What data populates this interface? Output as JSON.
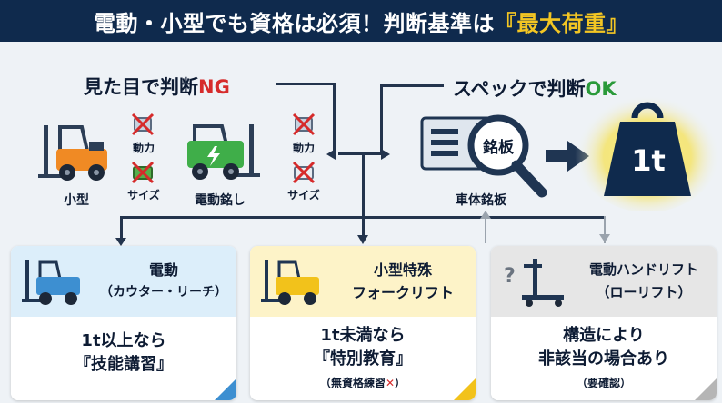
{
  "banner": {
    "text": "電動・小型でも資格は必須！判断基準は",
    "highlight": "『最大荷重』"
  },
  "left": {
    "heading_text": "見た目で判断",
    "heading_ng": "NG",
    "small_label": "小型",
    "electric_label": "電動銘し",
    "tags": [
      "動力",
      "サイズ",
      "動力",
      "サイズ"
    ]
  },
  "right": {
    "heading_text": "スペックで判断",
    "heading_ok": "OK",
    "plate_text": "銘板",
    "plate_label": "車体銘板",
    "weight_text": "1t"
  },
  "cards": [
    {
      "title_line1": "電動",
      "title_line2": "（カウター・リーチ）",
      "body_line1": "1t以上なら",
      "body_line2": "『技能講習』",
      "note": ""
    },
    {
      "title_line1": "小型特殊",
      "title_line2": "フォークリフト",
      "body_line1": "1t未満なら",
      "body_line2": "『特別教育』",
      "note": "（無資格練習",
      "note_mark": "✕",
      "note_end": "）"
    },
    {
      "title_line1": "電動ハンドリフト",
      "title_line2": "（ローリフト）",
      "body_line1": "構造により",
      "body_line2": "非該当の場合あり",
      "note": "（要確認）"
    }
  ],
  "colors": {
    "navy": "#0f2a4d",
    "gold": "#f3c623",
    "ng_red": "#d62b2b",
    "ok_green": "#2a9a3a",
    "card1_top": "#dceefa",
    "card2_top": "#fdf3c8",
    "card3_top": "#e6e6e6"
  },
  "icons": [
    "forklift-icon",
    "electric-forklift-icon",
    "cross-icon",
    "name-plate-icon",
    "magnifier-icon",
    "arrow-right-icon",
    "weight-icon",
    "hand-lift-icon",
    "question-icon"
  ]
}
